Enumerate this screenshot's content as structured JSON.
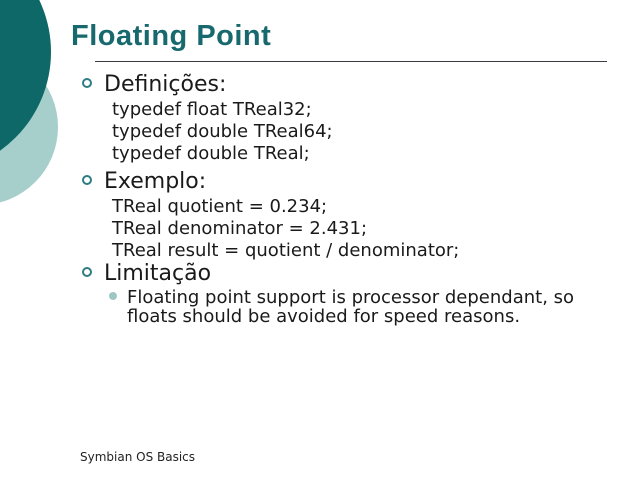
{
  "slide": {
    "title": "Floating Point",
    "footer": "Symbian OS Basics",
    "colors": {
      "title_teal": "#18696e",
      "dark_circle": "#0d6867",
      "light_circle": "#a6cfcc",
      "bullet_ring": "#2d7d82",
      "sub_bullet_dot": "#9ec7c4",
      "body_text": "#1a1a1a",
      "underline": "#3a3a40"
    },
    "bullets": [
      {
        "label": "Definições:",
        "sublines": [
          "typedef float TReal32;",
          "typedef double TReal64;",
          "typedef double TReal;"
        ]
      },
      {
        "label": "Exemplo:",
        "sublines": [
          "TReal quotient = 0.234;",
          "TReal denominator = 2.431;",
          "TReal result = quotient / denominator;"
        ]
      },
      {
        "label": "Limitação",
        "subbullet": "Floating point support is processor dependant, so floats should be avoided for speed reasons."
      }
    ]
  }
}
